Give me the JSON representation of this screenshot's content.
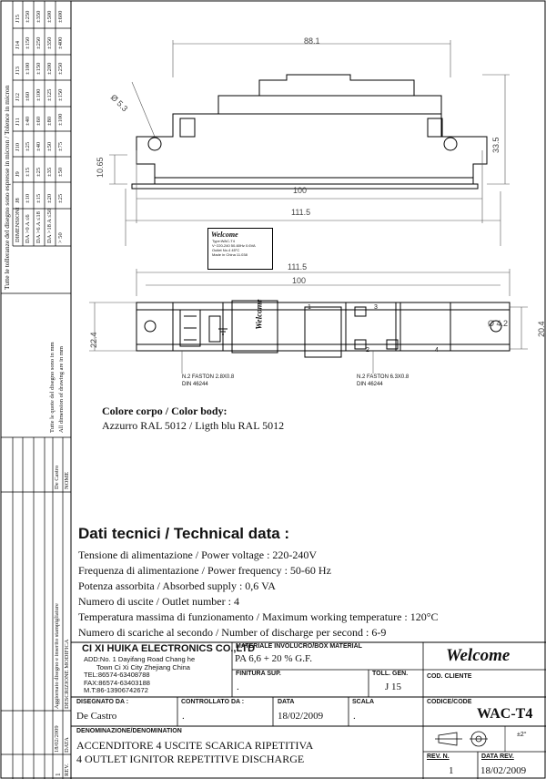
{
  "tolerance": {
    "title_line1": "Tutte le tolleranze del disegno sono espresse in micron / Tolence in micron",
    "dim_header": "DIMENSIONI",
    "grades": [
      "J8",
      "J9",
      "J10",
      "J11",
      "J12",
      "J13",
      "J14",
      "J15"
    ],
    "rows": [
      {
        "label": "DA >0 A ≤6",
        "values": [
          "±10",
          "±15",
          "±25",
          "±40",
          "±60",
          "±100",
          "±150",
          "±250"
        ]
      },
      {
        "label": "DA >6 A ≤18",
        "values": [
          "±15",
          "±25",
          "±40",
          "±60",
          "±100",
          "±150",
          "±250",
          "±350"
        ]
      },
      {
        "label": "DA >18 A ≤50",
        "values": [
          "±20",
          "±35",
          "±50",
          "±80",
          "±125",
          "±200",
          "±350",
          "±500"
        ]
      },
      {
        "label": "> 50",
        "values": [
          "±25",
          "±50",
          "±75",
          "±100",
          "±150",
          "±250",
          "±400",
          "±600"
        ]
      }
    ],
    "note_it": "Tutte le quote del disegno sono in mm",
    "note_en": "All dimension of drawing are in mm"
  },
  "revision": {
    "approved_text": "Aggiornato disegno e inserito stampigliature",
    "approved_name": "De Castro",
    "name_header": "NOME",
    "desc_header": "DESCRIZIONE MODIFICA",
    "date_header": "DATA",
    "rev_header": "REV.",
    "rev_number": "1",
    "rev_date": "18/02/2009"
  },
  "drawing": {
    "dims": {
      "total_length": "88.1",
      "hole_dia": "Ø 5.3",
      "height": "33.5",
      "side_h": "10.65",
      "length_100": "100",
      "length_111": "111.5",
      "length_111b": "111.5",
      "length_100b": "100",
      "width_22": "22.4",
      "width_20": "20.4",
      "hole_dia2": "Ø 4.2"
    },
    "label_brand": "Welcome",
    "label_lines": [
      "Type:WAC-T4",
      "V~220-240 50-60Hz 0.6VA",
      "Outlet No.4 45°C",
      "Made in China 11.038"
    ],
    "faston_left": [
      "N.2 FASTON 2.8X0.8",
      "DIN 46244"
    ],
    "faston_right": [
      "N.2 FASTON 6.3X0.8",
      "DIN 46244"
    ],
    "pins": [
      "1",
      "2",
      "3",
      "4"
    ],
    "ground_icon": "ground-icon"
  },
  "color_body": {
    "title": "Colore corpo / Color body:",
    "value": "Azzurro RAL 5012 / Ligth blu RAL 5012"
  },
  "technical": {
    "title": "Dati tecnici / Technical data :",
    "lines": [
      "Tensione di alimentazione / Power voltage : 220-240V",
      "Frequenza di alimentazione / Power frequency : 50-60 Hz",
      "Potenza assorbita / Absorbed supply : 0,6 VA",
      "Numero di uscite / Outlet number : 4",
      "Temperatura massima di funzionamento / Maximum working temperature : 120°C",
      "Numero di scariche al secondo / Number of discharge per second : 6-9"
    ]
  },
  "company": {
    "name": "CI XI HUIKA ELECTRONICS CO.,LTD",
    "address1": "ADD:No. 1 Dayifang Road Chang he",
    "address2": "Town Ci Xi City Zhejiang China",
    "tel": "TEL:86574-63408788",
    "fax": "FAX:86574-63403188",
    "mt": "M.T:86-13906742672"
  },
  "titleblock": {
    "material_label": "MATERIALE INVOLUCRO/BOX MATERIAL",
    "material_value": "PA 6,6 + 20 % G.F.",
    "brand": "Welcome",
    "finish_label": "FINITURA SUP.",
    "finish_value": ".",
    "toll_label": "TOLL. GEN.",
    "toll_value": "J 15",
    "client_label": "COD. CLIENTE",
    "designer_label": "DISEGNATO DA :",
    "designer_value": "De Castro",
    "checked_label": "CONTROLLATO DA :",
    "checked_value": ".",
    "date_label": "DATA",
    "date_value": "18/02/2009",
    "scale_label": "SCALA",
    "scale_value": ".",
    "code_label": "CODICE/CODE",
    "code_value": "WAC-T4",
    "denom_label": "DENOMINAZIONE/DENOMINATION",
    "denom_it": "ACCENDITORE 4 USCITE SCARICA RIPETITIVA",
    "denom_en": "4 OUTLET IGNITOR REPETITIVE DISCHARGE",
    "tol_symbol": "±2°",
    "rev_label": "REV. N.",
    "rev_value": "1",
    "daterev_label": "DATA REV.",
    "daterev_value": "18/02/2009"
  }
}
